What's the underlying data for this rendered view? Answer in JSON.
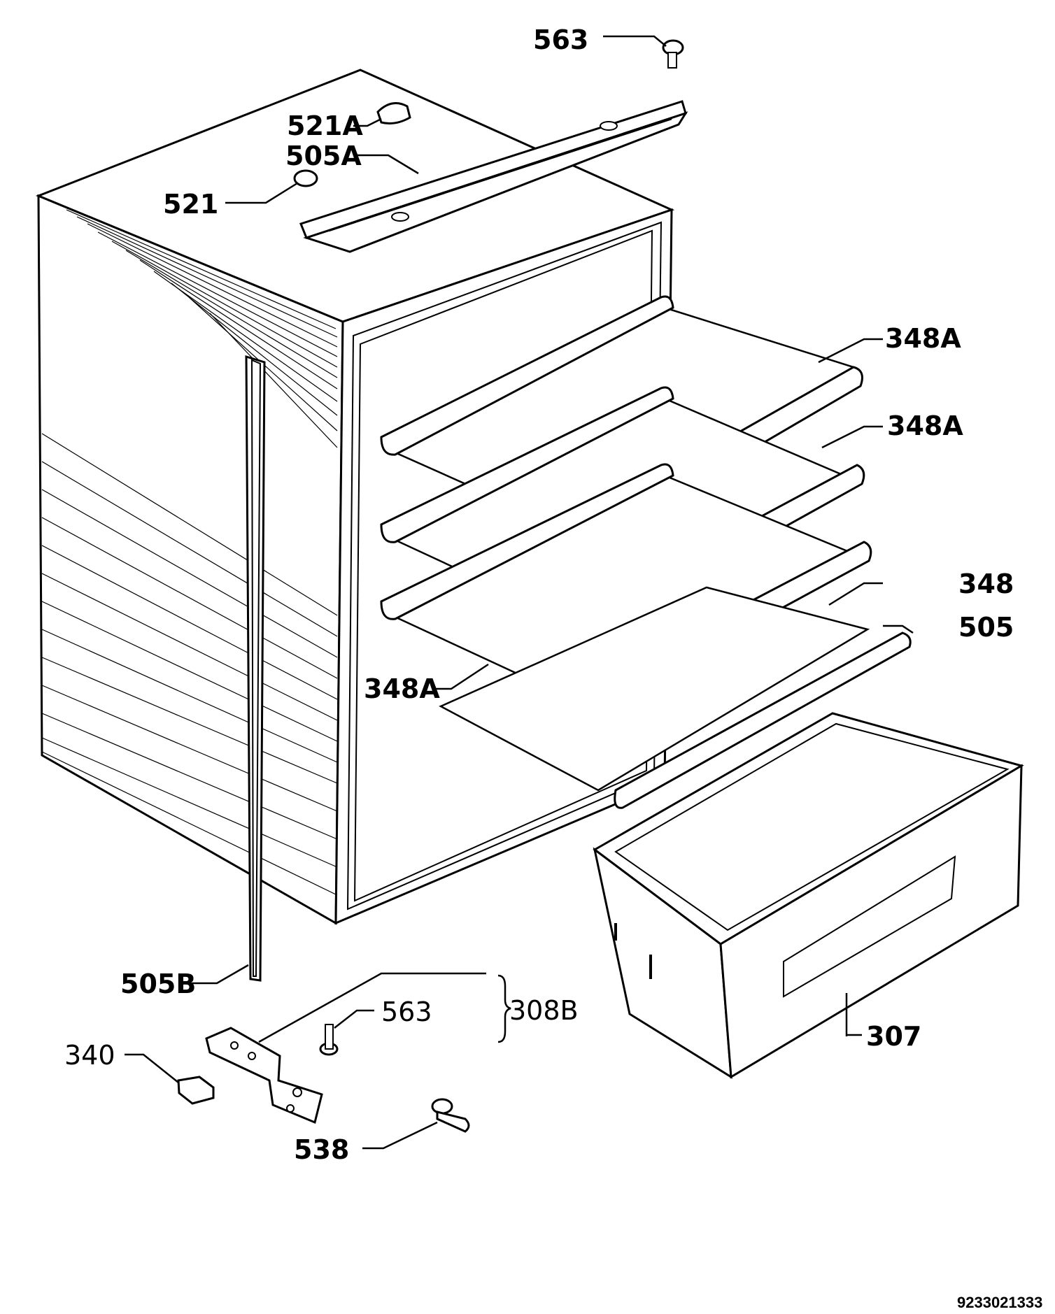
{
  "labels": {
    "screw_top": "563",
    "plug_521a": "521A",
    "bracket_505a": "505A",
    "plug_521": "521",
    "shelf_348a_1": "348A",
    "shelf_348a_2": "348A",
    "shelf_348": "348",
    "trim_505": "505",
    "shelf_348a_3": "348A",
    "strip_505b": "505B",
    "hinge_set_308b": "308B",
    "screw_563_bottom": "563",
    "cap_340": "340",
    "crisper_307": "307",
    "bush_538": "538"
  },
  "document_number": "9233021333"
}
